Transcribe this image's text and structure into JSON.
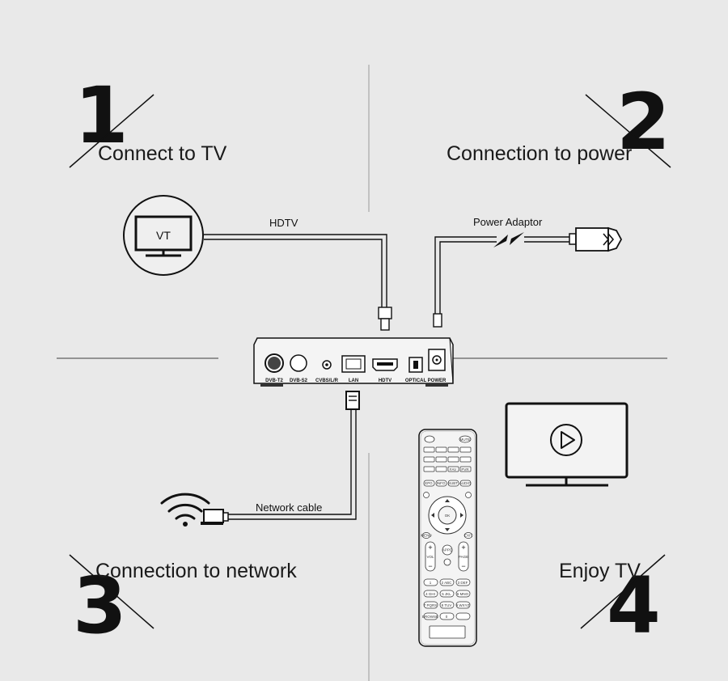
{
  "steps": [
    {
      "number": "1",
      "title": "Connect to TV"
    },
    {
      "number": "2",
      "title": "Connection to power"
    },
    {
      "number": "3",
      "title": "Connection to network"
    },
    {
      "number": "4",
      "title": "Enjoy TV"
    }
  ],
  "labels": {
    "hdtv_cable": "HDTV",
    "power_adaptor": "Power Adaptor",
    "network_cable": "Network cable",
    "tv_badge": "VT"
  },
  "ports": [
    "DVB-T2",
    "DVB-S2",
    "CVBS/L/R",
    "LAN",
    "HDTV",
    "OPTICAL",
    "POWER"
  ],
  "remote": {
    "ok": "OK",
    "vol": "VOL",
    "page": "PAGE",
    "mute": "MUTE",
    "epg": "EPG",
    "info": "INFO",
    "subt": "SUBT",
    "audio": "AUDIO",
    "menu": "MENU",
    "exit": "EXIT",
    "fav": "FAV",
    "pvr": "PVR",
    "appd": "APPD",
    "digits": [
      "1",
      "2 ABC",
      "3 DEF",
      "4 GHI",
      "5 JKL",
      "6 MNO",
      "7 PQRS",
      "8 TUV",
      "9 WXYZ",
      "0"
    ],
    "browse": "BROWSE"
  },
  "icons": [
    "tv-icon",
    "play-tv-icon",
    "wifi-icon",
    "power-plug-icon",
    "lightning-icon",
    "set-top-box",
    "remote-control"
  ]
}
